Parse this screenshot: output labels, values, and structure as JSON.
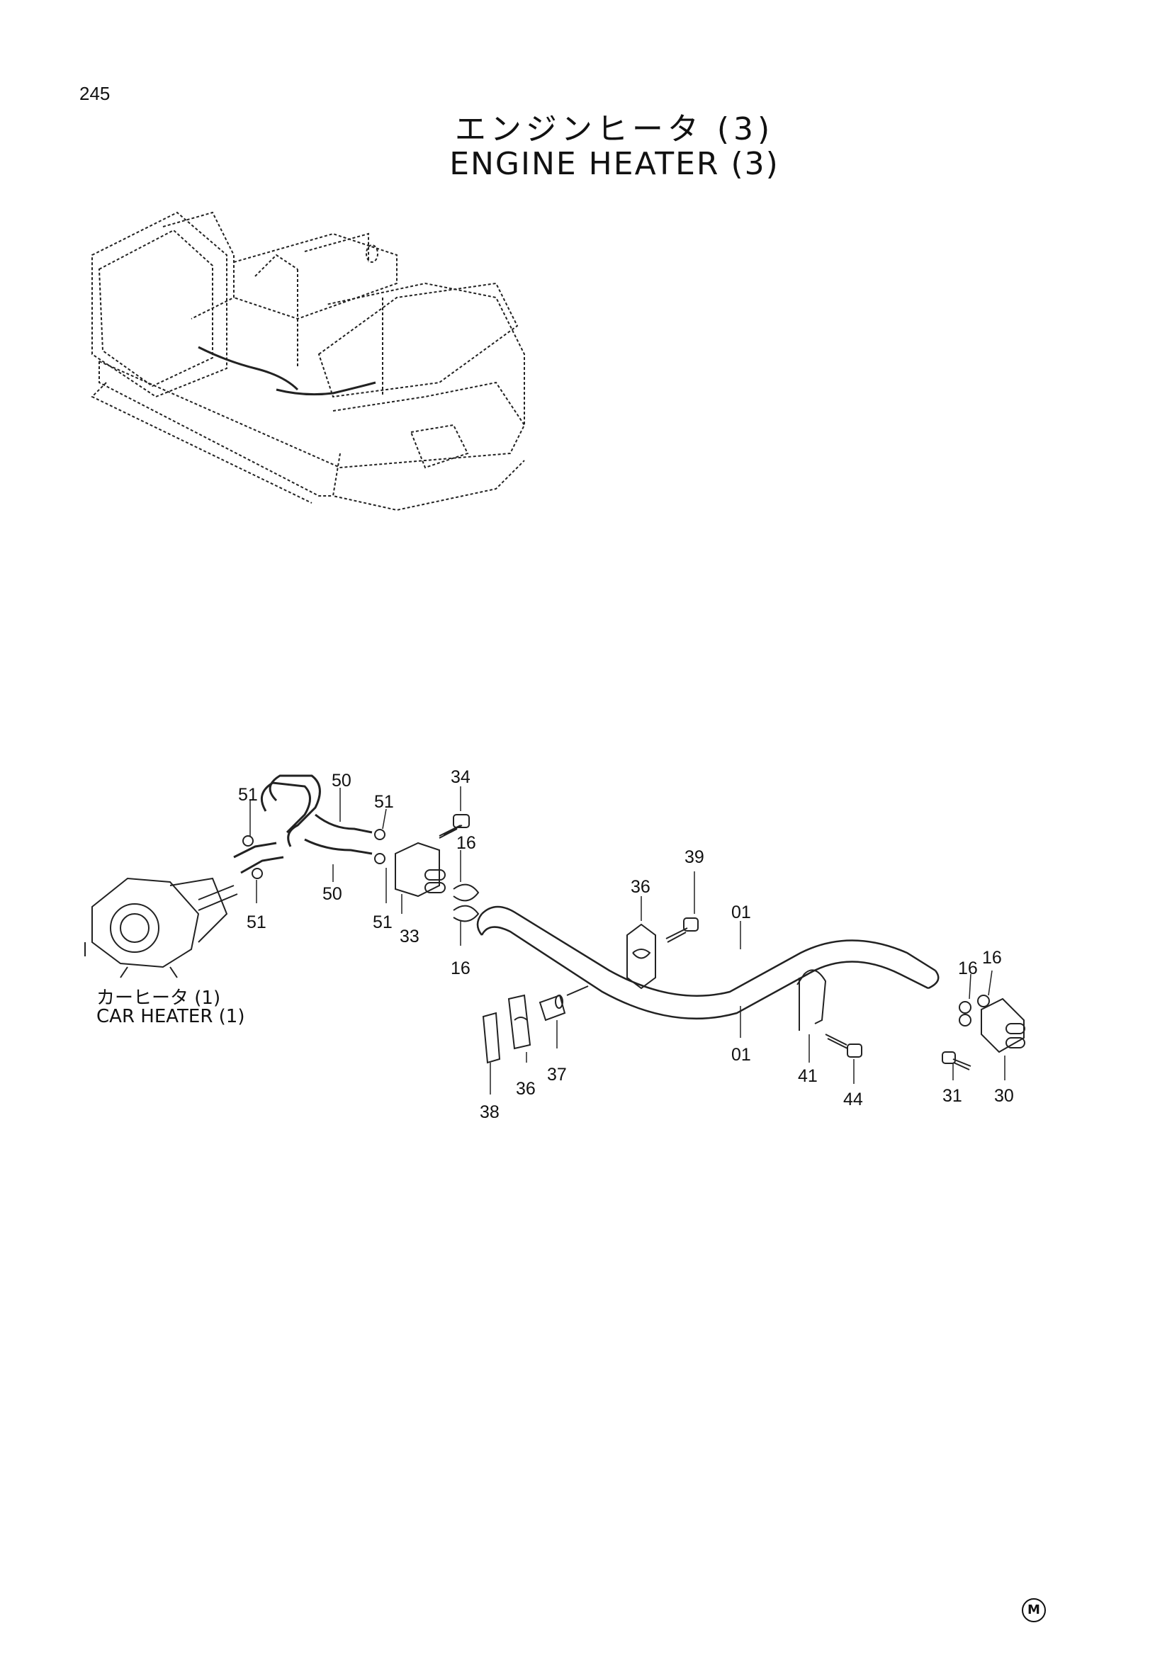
{
  "page_number": "245",
  "title_jp": "エンジンヒータ (3)",
  "title_en": "ENGINE HEATER (3)",
  "car_heater_jp": "カーヒータ (1)",
  "car_heater_en": "CAR HEATER (1)",
  "corner_mark": "M",
  "callouts": [
    "51",
    "50",
    "51",
    "34",
    "16",
    "51",
    "50",
    "51",
    "33",
    "16",
    "39",
    "36",
    "01",
    "16",
    "16",
    "01",
    "41",
    "44",
    "31",
    "30",
    "36",
    "37",
    "38"
  ]
}
